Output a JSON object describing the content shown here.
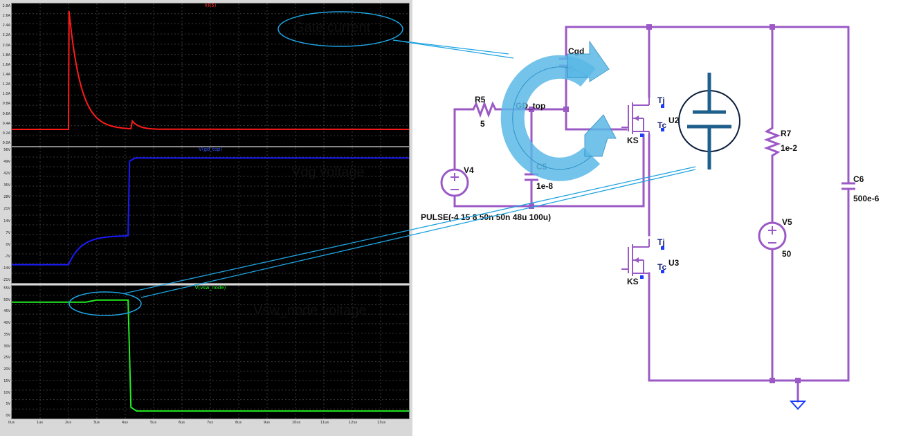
{
  "plots": {
    "gate_current": {
      "title": "I(R5)",
      "title_color": "#ff2222",
      "trace_color": "#ff1a1a",
      "y_ticks": [
        "2.8A",
        "2.6A",
        "2.4A",
        "2.2A",
        "2.0A",
        "1.8A",
        "1.6A",
        "1.4A",
        "1.2A",
        "1.0A",
        "0.8A",
        "0.6A",
        "0.4A",
        "0.2A",
        "0.0A"
      ]
    },
    "vdg": {
      "title": "V(gd_top)",
      "title_color": "#3355ff",
      "trace_color": "#1a1aff",
      "y_ticks": [
        "56V",
        "49V",
        "42V",
        "35V",
        "28V",
        "21V",
        "14V",
        "7V",
        "0V",
        "-7V",
        "-14V",
        "-21V"
      ]
    },
    "vsw": {
      "title": "V(vsw_node)",
      "title_color": "#22ff22",
      "trace_color": "#22ee22",
      "y_ticks": [
        "55V",
        "50V",
        "45V",
        "40V",
        "35V",
        "30V",
        "25V",
        "20V",
        "15V",
        "10V",
        "5V",
        "0V"
      ]
    },
    "x_ticks": [
      "0us",
      "1us",
      "2us",
      "3us",
      "4us",
      "5us",
      "6us",
      "7us",
      "8us",
      "9us",
      "10us",
      "11us",
      "12us",
      "13us"
    ]
  },
  "annotations": {
    "gate_current": "Gate current",
    "vdg_voltage": "Vdg voltage",
    "vsw_node_voltage": "Vsw_node voltage"
  },
  "schematic": {
    "wire_color": "#9b59c6",
    "cap_cgd_name": "Cgd",
    "cap_cgd_value": "C",
    "r5_name": "R5",
    "r5_value": "5",
    "node_gd_top": "GD_top",
    "c5_name": "C5",
    "c5_value": "1e-8",
    "v4_name": "V4",
    "v4_value": "PULSE(-4 15 8 50n 50n 48u 100u)",
    "u2_name": "U2",
    "u3_name": "U3",
    "tj_label": "Tj",
    "tc_label": "Tc",
    "ks_label": "KS",
    "r7_name": "R7",
    "r7_value": "1e-2",
    "v5_name": "V5",
    "v5_value": "50",
    "c6_name": "C6",
    "c6_value": "500e-6"
  }
}
